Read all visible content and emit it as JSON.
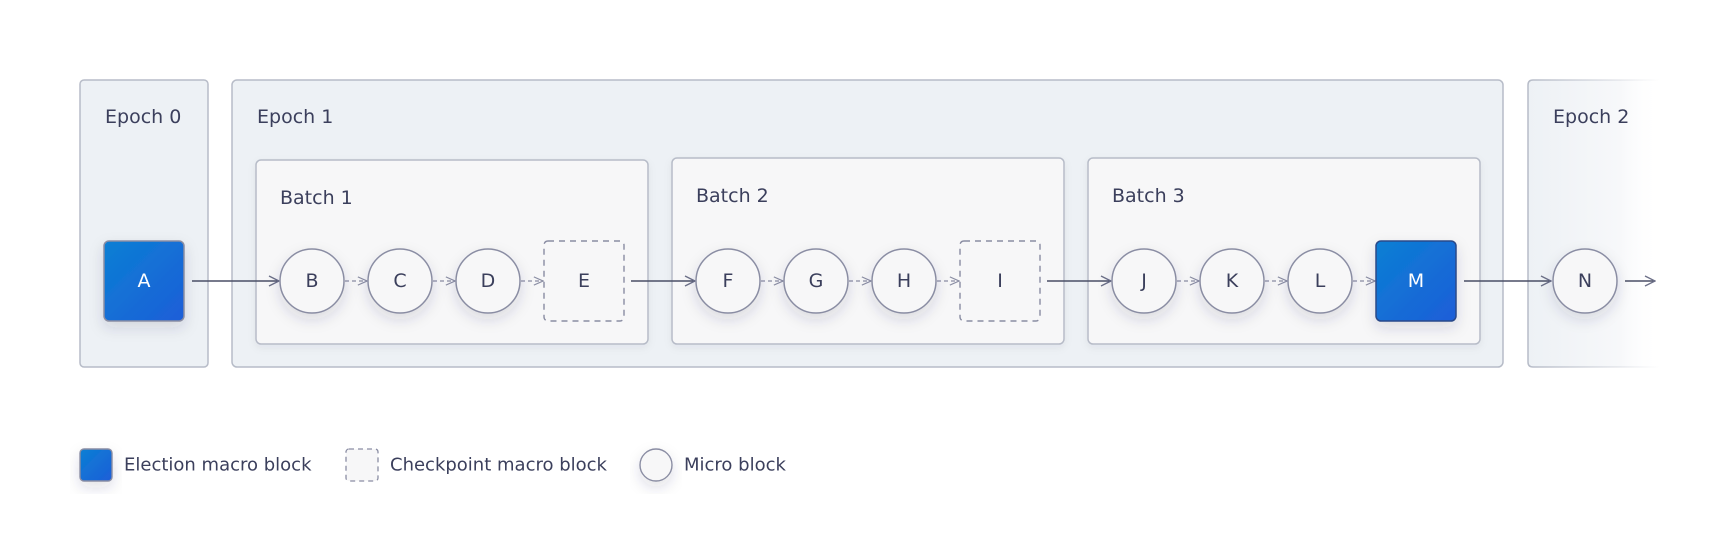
{
  "epochs": [
    {
      "label": "Epoch 0"
    },
    {
      "label": "Epoch 1"
    },
    {
      "label": "Epoch 2"
    }
  ],
  "batches": [
    {
      "label": "Batch 1"
    },
    {
      "label": "Batch 2"
    },
    {
      "label": "Batch 3"
    }
  ],
  "blocks": [
    {
      "label": "A",
      "type": "election"
    },
    {
      "label": "B",
      "type": "micro"
    },
    {
      "label": "C",
      "type": "micro"
    },
    {
      "label": "D",
      "type": "micro"
    },
    {
      "label": "E",
      "type": "checkpoint"
    },
    {
      "label": "F",
      "type": "micro"
    },
    {
      "label": "G",
      "type": "micro"
    },
    {
      "label": "H",
      "type": "micro"
    },
    {
      "label": "I",
      "type": "checkpoint"
    },
    {
      "label": "J",
      "type": "micro"
    },
    {
      "label": "K",
      "type": "micro"
    },
    {
      "label": "L",
      "type": "micro"
    },
    {
      "label": "M",
      "type": "election"
    },
    {
      "label": "N",
      "type": "micro"
    }
  ],
  "legend": [
    {
      "label": "Election macro block",
      "type": "election"
    },
    {
      "label": "Checkpoint macro block",
      "type": "checkpoint"
    },
    {
      "label": "Micro block",
      "type": "micro"
    }
  ],
  "colors": {
    "election_start": "#0b7fd4",
    "election_end": "#1d5ed8",
    "outline": "#8a8da3",
    "epoch_fill": "#edf1f5",
    "batch_fill": "#f7f7f8",
    "arrow": "#4a4f66",
    "dashed_arrow": "#9a9db0"
  }
}
